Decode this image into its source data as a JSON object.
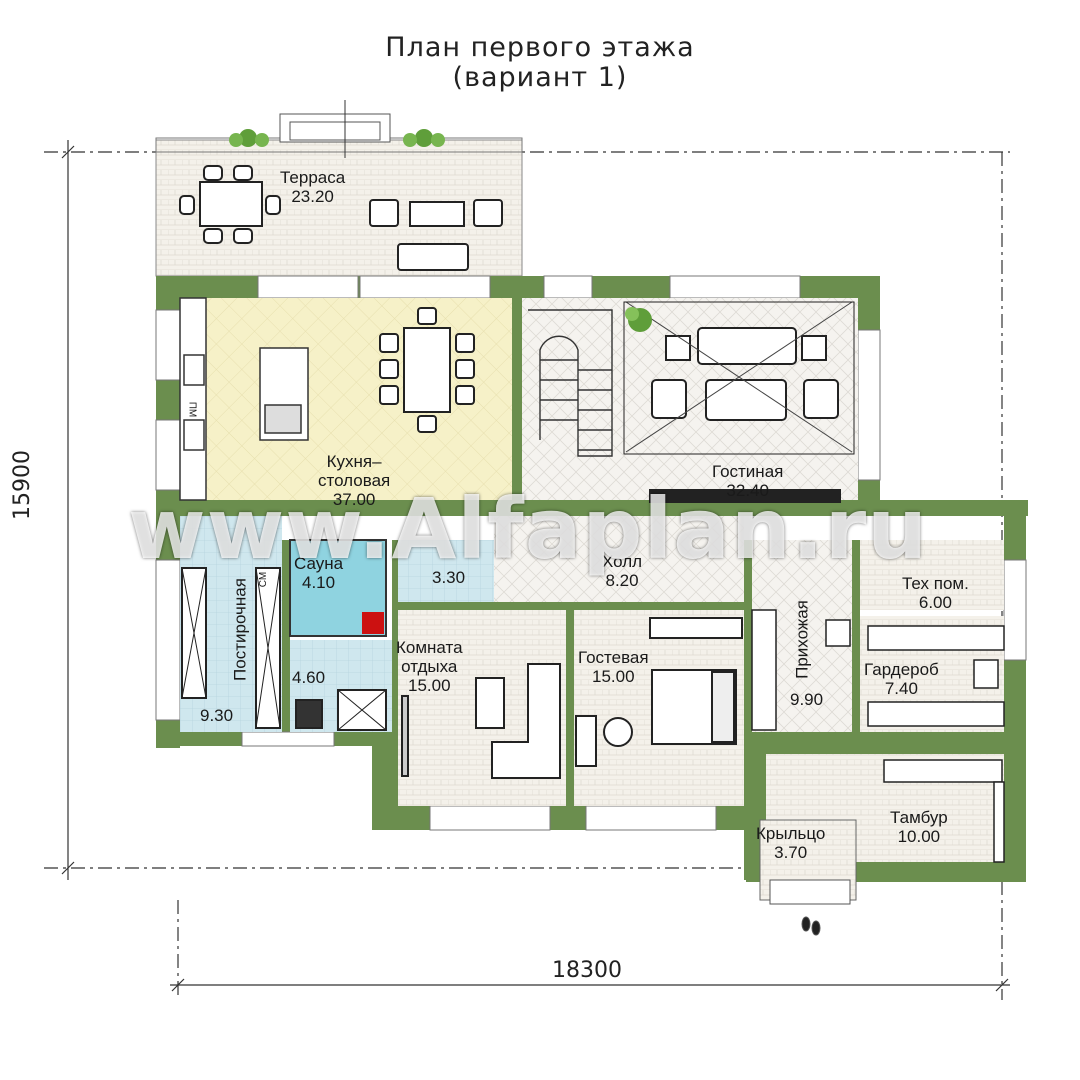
{
  "title": {
    "line1": "План первого этажа",
    "line2": "(вариант 1)"
  },
  "dimensions": {
    "width": "18300",
    "height": "15900"
  },
  "rooms": {
    "terrace": {
      "name": "Терраса",
      "area": "23.20"
    },
    "kitchen": {
      "name1": "Кухня–",
      "name2": "столовая",
      "area": "37.00"
    },
    "living": {
      "name": "Гостиная",
      "area": "32.40"
    },
    "sauna": {
      "name": "Сауна",
      "area": "4.10"
    },
    "bath": {
      "area": "3.30"
    },
    "hall": {
      "name": "Холл",
      "area": "8.20"
    },
    "laundry": {
      "name": "Постирочная",
      "area": "9.30"
    },
    "shower": {
      "area": "4.60"
    },
    "rest_room": {
      "name1": "Комната",
      "name2": "отдыха",
      "area": "15.00"
    },
    "guest": {
      "name": "Гостевая",
      "area": "15.00"
    },
    "entry_hall": {
      "name": "Прихожая",
      "area": "9.90"
    },
    "tech": {
      "name": "Тех пом.",
      "area": "6.00"
    },
    "wardrobe": {
      "name": "Гардероб",
      "area": "7.40"
    },
    "vestibule": {
      "name": "Тамбур",
      "area": "10.00"
    },
    "porch": {
      "name": "Крыльцо",
      "area": "3.70"
    }
  },
  "appliances": {
    "dishwasher": "ПМ",
    "washer": "СМ"
  },
  "watermark": "www.Alfaplan.ru",
  "colors": {
    "wall": "#6b8e4e",
    "kitchen_floor": "#f6f1c8",
    "sauna_floor": "#8fd3e0",
    "wet_floor": "#cfe7ee",
    "tile_floor": "#f4f1ea",
    "wood_floor": "#f2efe7"
  }
}
